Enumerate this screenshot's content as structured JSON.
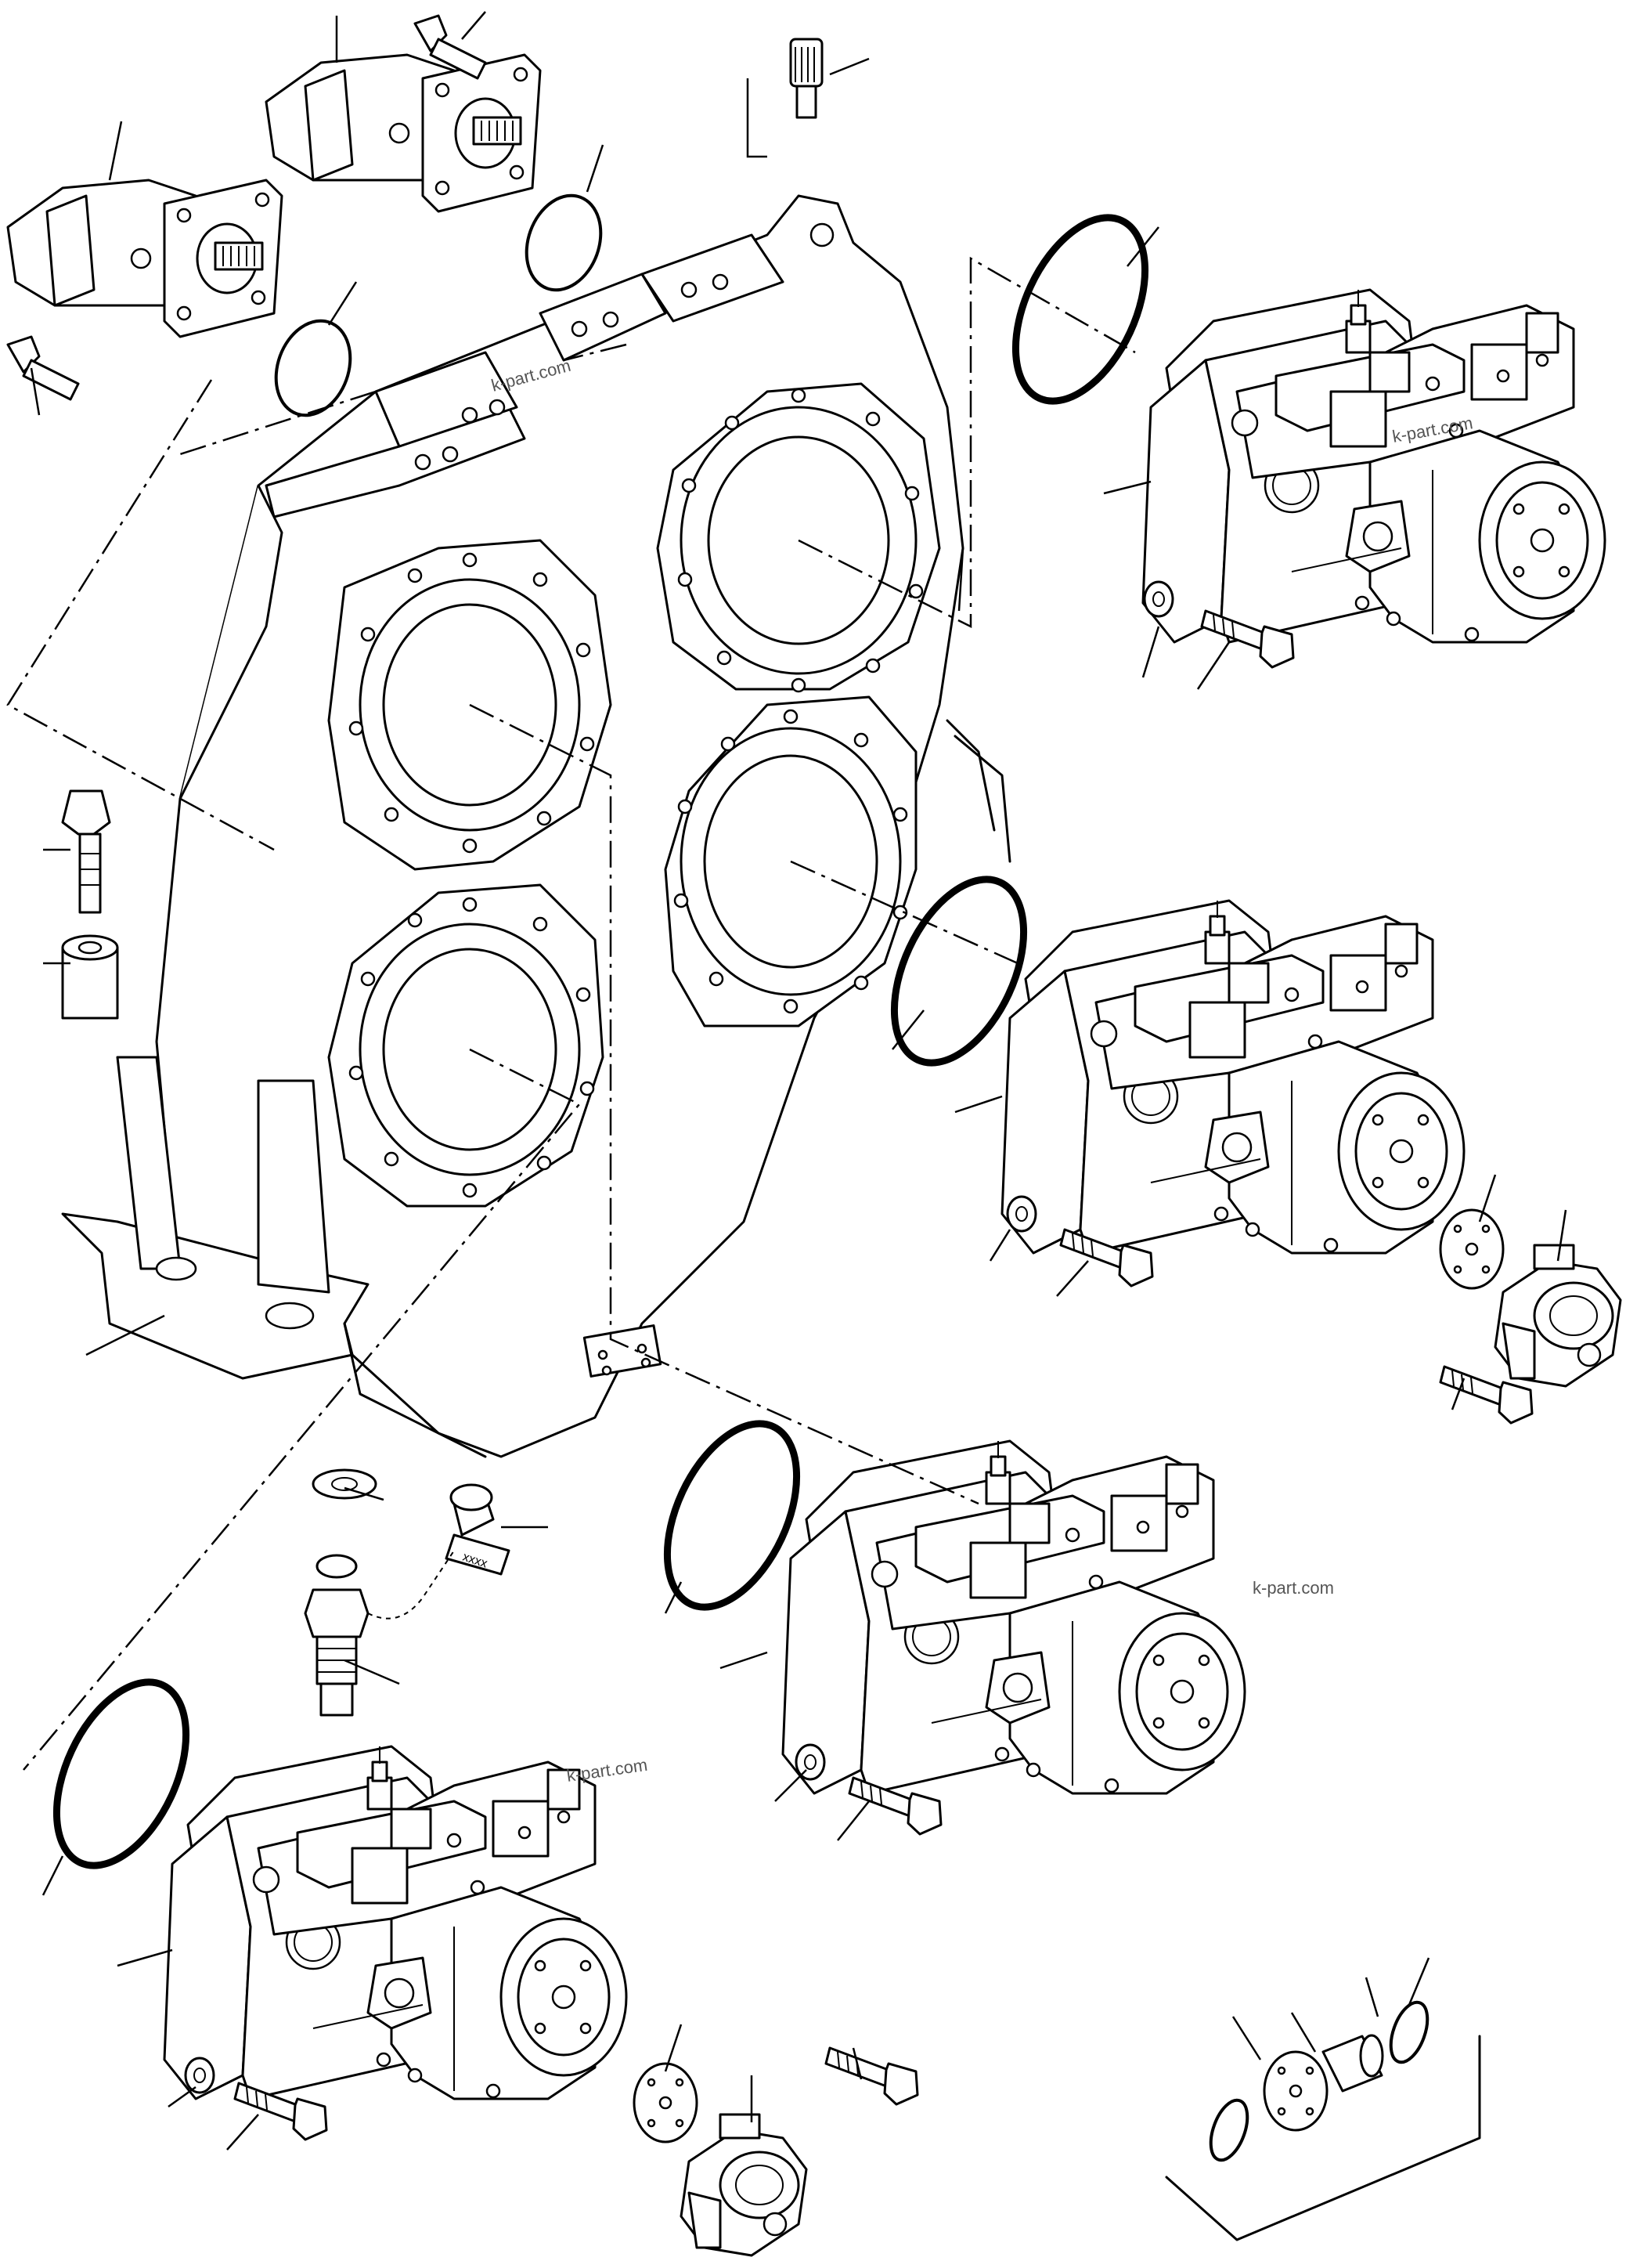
{
  "watermark": "k-part.com",
  "tag_text": "xxxx",
  "parts": [
    {
      "id": "gearbox-housing"
    },
    {
      "id": "motor-upper"
    },
    {
      "id": "motor-left"
    },
    {
      "id": "pump-top-right"
    },
    {
      "id": "pump-middle-right"
    },
    {
      "id": "pump-center"
    },
    {
      "id": "pump-lower-left"
    },
    {
      "id": "o-rings"
    },
    {
      "id": "bolts"
    },
    {
      "id": "test-coupling"
    },
    {
      "id": "adapter-kit"
    }
  ]
}
